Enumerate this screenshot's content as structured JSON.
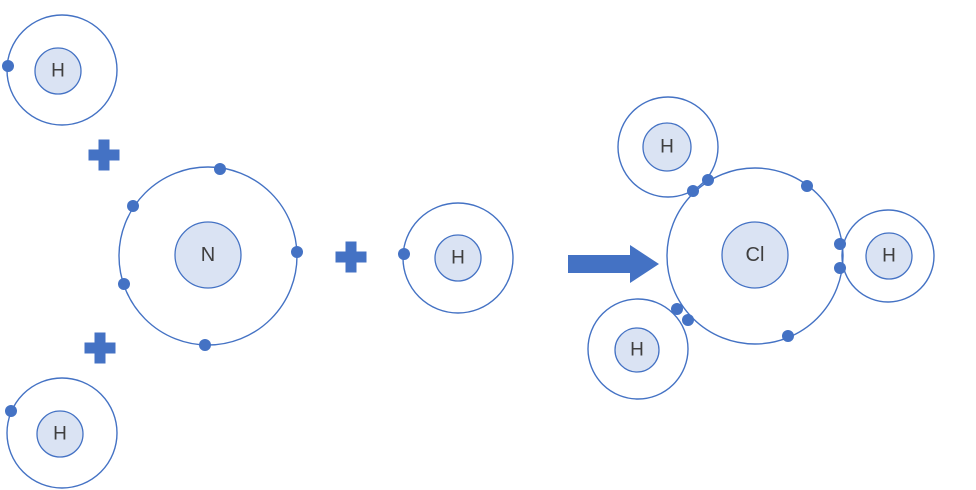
{
  "diagram": {
    "type": "bohr-model-reaction",
    "colors": {
      "outline": "#4472C4",
      "nucleus_fill": "#DAE3F3",
      "electron_dot": "#4472C4",
      "operator": "#4472C4",
      "label_text": "#3f3f3f",
      "background": "#ffffff"
    },
    "icons": {
      "plus": "+",
      "arrow": "→"
    },
    "reactants": {
      "hydrogen_top": {
        "symbol": "H",
        "electrons": 1
      },
      "nitrogen": {
        "symbol": "N",
        "electrons": 5
      },
      "hydrogen_right": {
        "symbol": "H",
        "electrons": 1
      },
      "hydrogen_bottom": {
        "symbol": "H",
        "electrons": 1
      }
    },
    "operators": {
      "plus_count": 3,
      "arrow_count": 1
    },
    "product": {
      "center": {
        "symbol": "Cl"
      },
      "hydrogen_top": {
        "symbol": "H"
      },
      "hydrogen_right": {
        "symbol": "H"
      },
      "hydrogen_bottom": {
        "symbol": "H"
      },
      "bonding_pairs": 3,
      "lone_electrons": 2
    }
  }
}
